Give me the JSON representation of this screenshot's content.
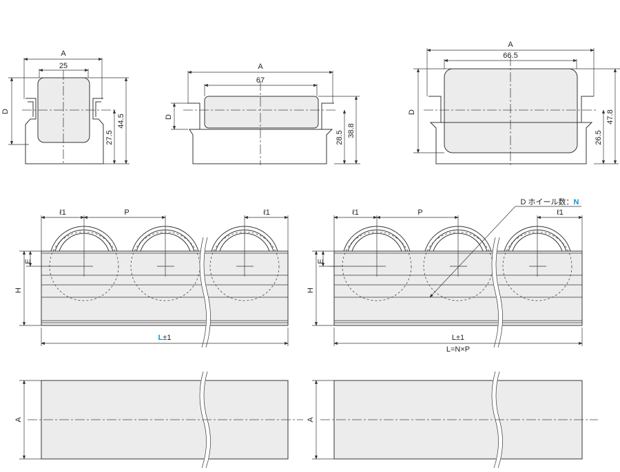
{
  "section_views": [
    {
      "A": "A",
      "width": "25",
      "D": "D",
      "h1": "27.5",
      "h2": "44.5"
    },
    {
      "A": "A",
      "width": "67",
      "D": "D",
      "h1": "28.5",
      "h2": "38.8"
    },
    {
      "A": "A",
      "width": "66.5",
      "D": "D",
      "h1": "26.5",
      "h2": "47.8"
    }
  ],
  "front_left": {
    "l1a": "ℓ1",
    "P": "P",
    "l1b": "ℓ1",
    "E": "E",
    "H": "H",
    "L": "L",
    "tol": "±1"
  },
  "front_right": {
    "l1a": "ℓ1",
    "P": "P",
    "l1b": "ℓ1",
    "E": "E",
    "H": "H",
    "L": "L±1",
    "LNP": "L=N×P",
    "callout": "D ホイール数：",
    "N": "N"
  },
  "top_views": {
    "A_left": "A",
    "A_right": "A"
  },
  "colors": {
    "accent": "#1a8fd6",
    "body": "#ececec"
  }
}
